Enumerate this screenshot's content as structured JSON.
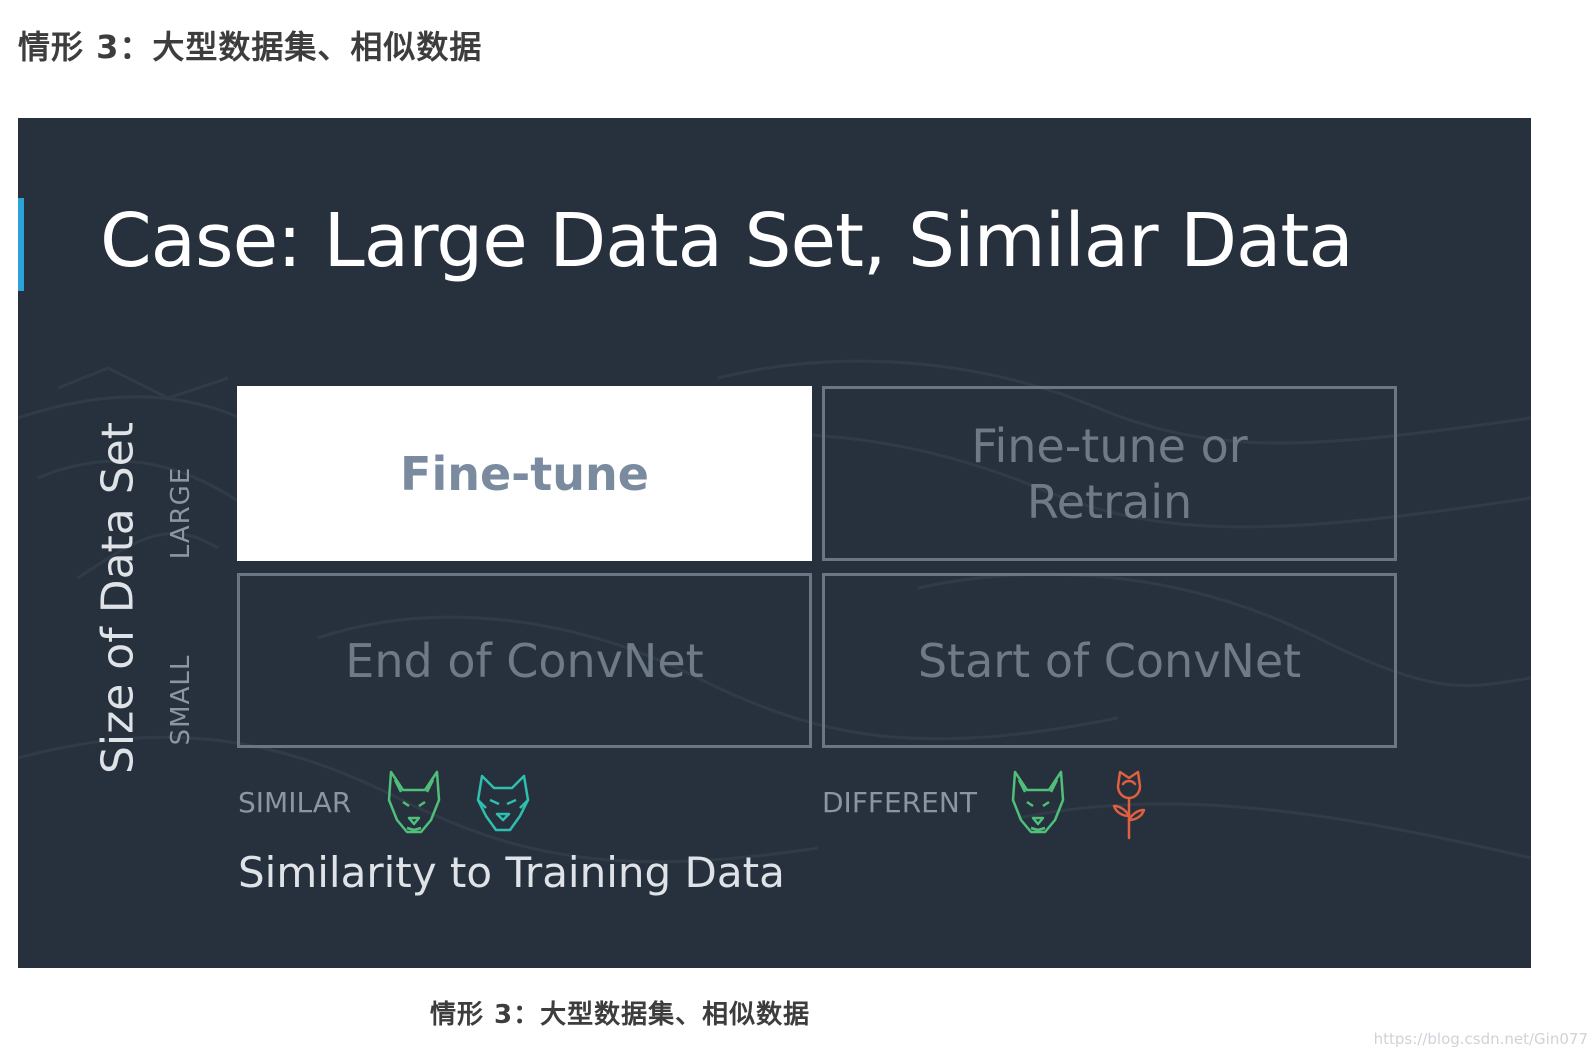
{
  "heading": "情形 3：大型数据集、相似数据",
  "slide": {
    "title": "Case: Large Data Set, Similar Data",
    "accent_color": "#2aa3d9",
    "background_color": "#27313d",
    "y_axis": {
      "title": "Size of Data Set",
      "ticks": {
        "large": "LARGE",
        "small": "SMALL"
      }
    },
    "x_axis": {
      "title": "Similarity to Training Data",
      "ticks": {
        "similar": "SIMILAR",
        "different": "DIFFERENT"
      }
    },
    "cells": {
      "large_similar": {
        "lines": [
          "Fine-tune"
        ],
        "highlighted": true
      },
      "large_different": {
        "lines": [
          "Fine-tune or",
          "Retrain"
        ],
        "highlighted": false
      },
      "small_similar": {
        "lines": [
          "End of ConvNet"
        ],
        "highlighted": false
      },
      "small_different": {
        "lines": [
          "Start of ConvNet"
        ],
        "highlighted": false
      }
    },
    "icons": {
      "similar": [
        "dog-icon",
        "wolf-icon"
      ],
      "different": [
        "dog-icon",
        "rose-icon"
      ],
      "colors": {
        "dog": "#4fbf7a",
        "wolf": "#2fbfb0",
        "rose": "#e06040"
      }
    }
  },
  "caption": "情形 3：大型数据集、相似数据",
  "watermark": "https://blog.csdn.net/Gin077"
}
